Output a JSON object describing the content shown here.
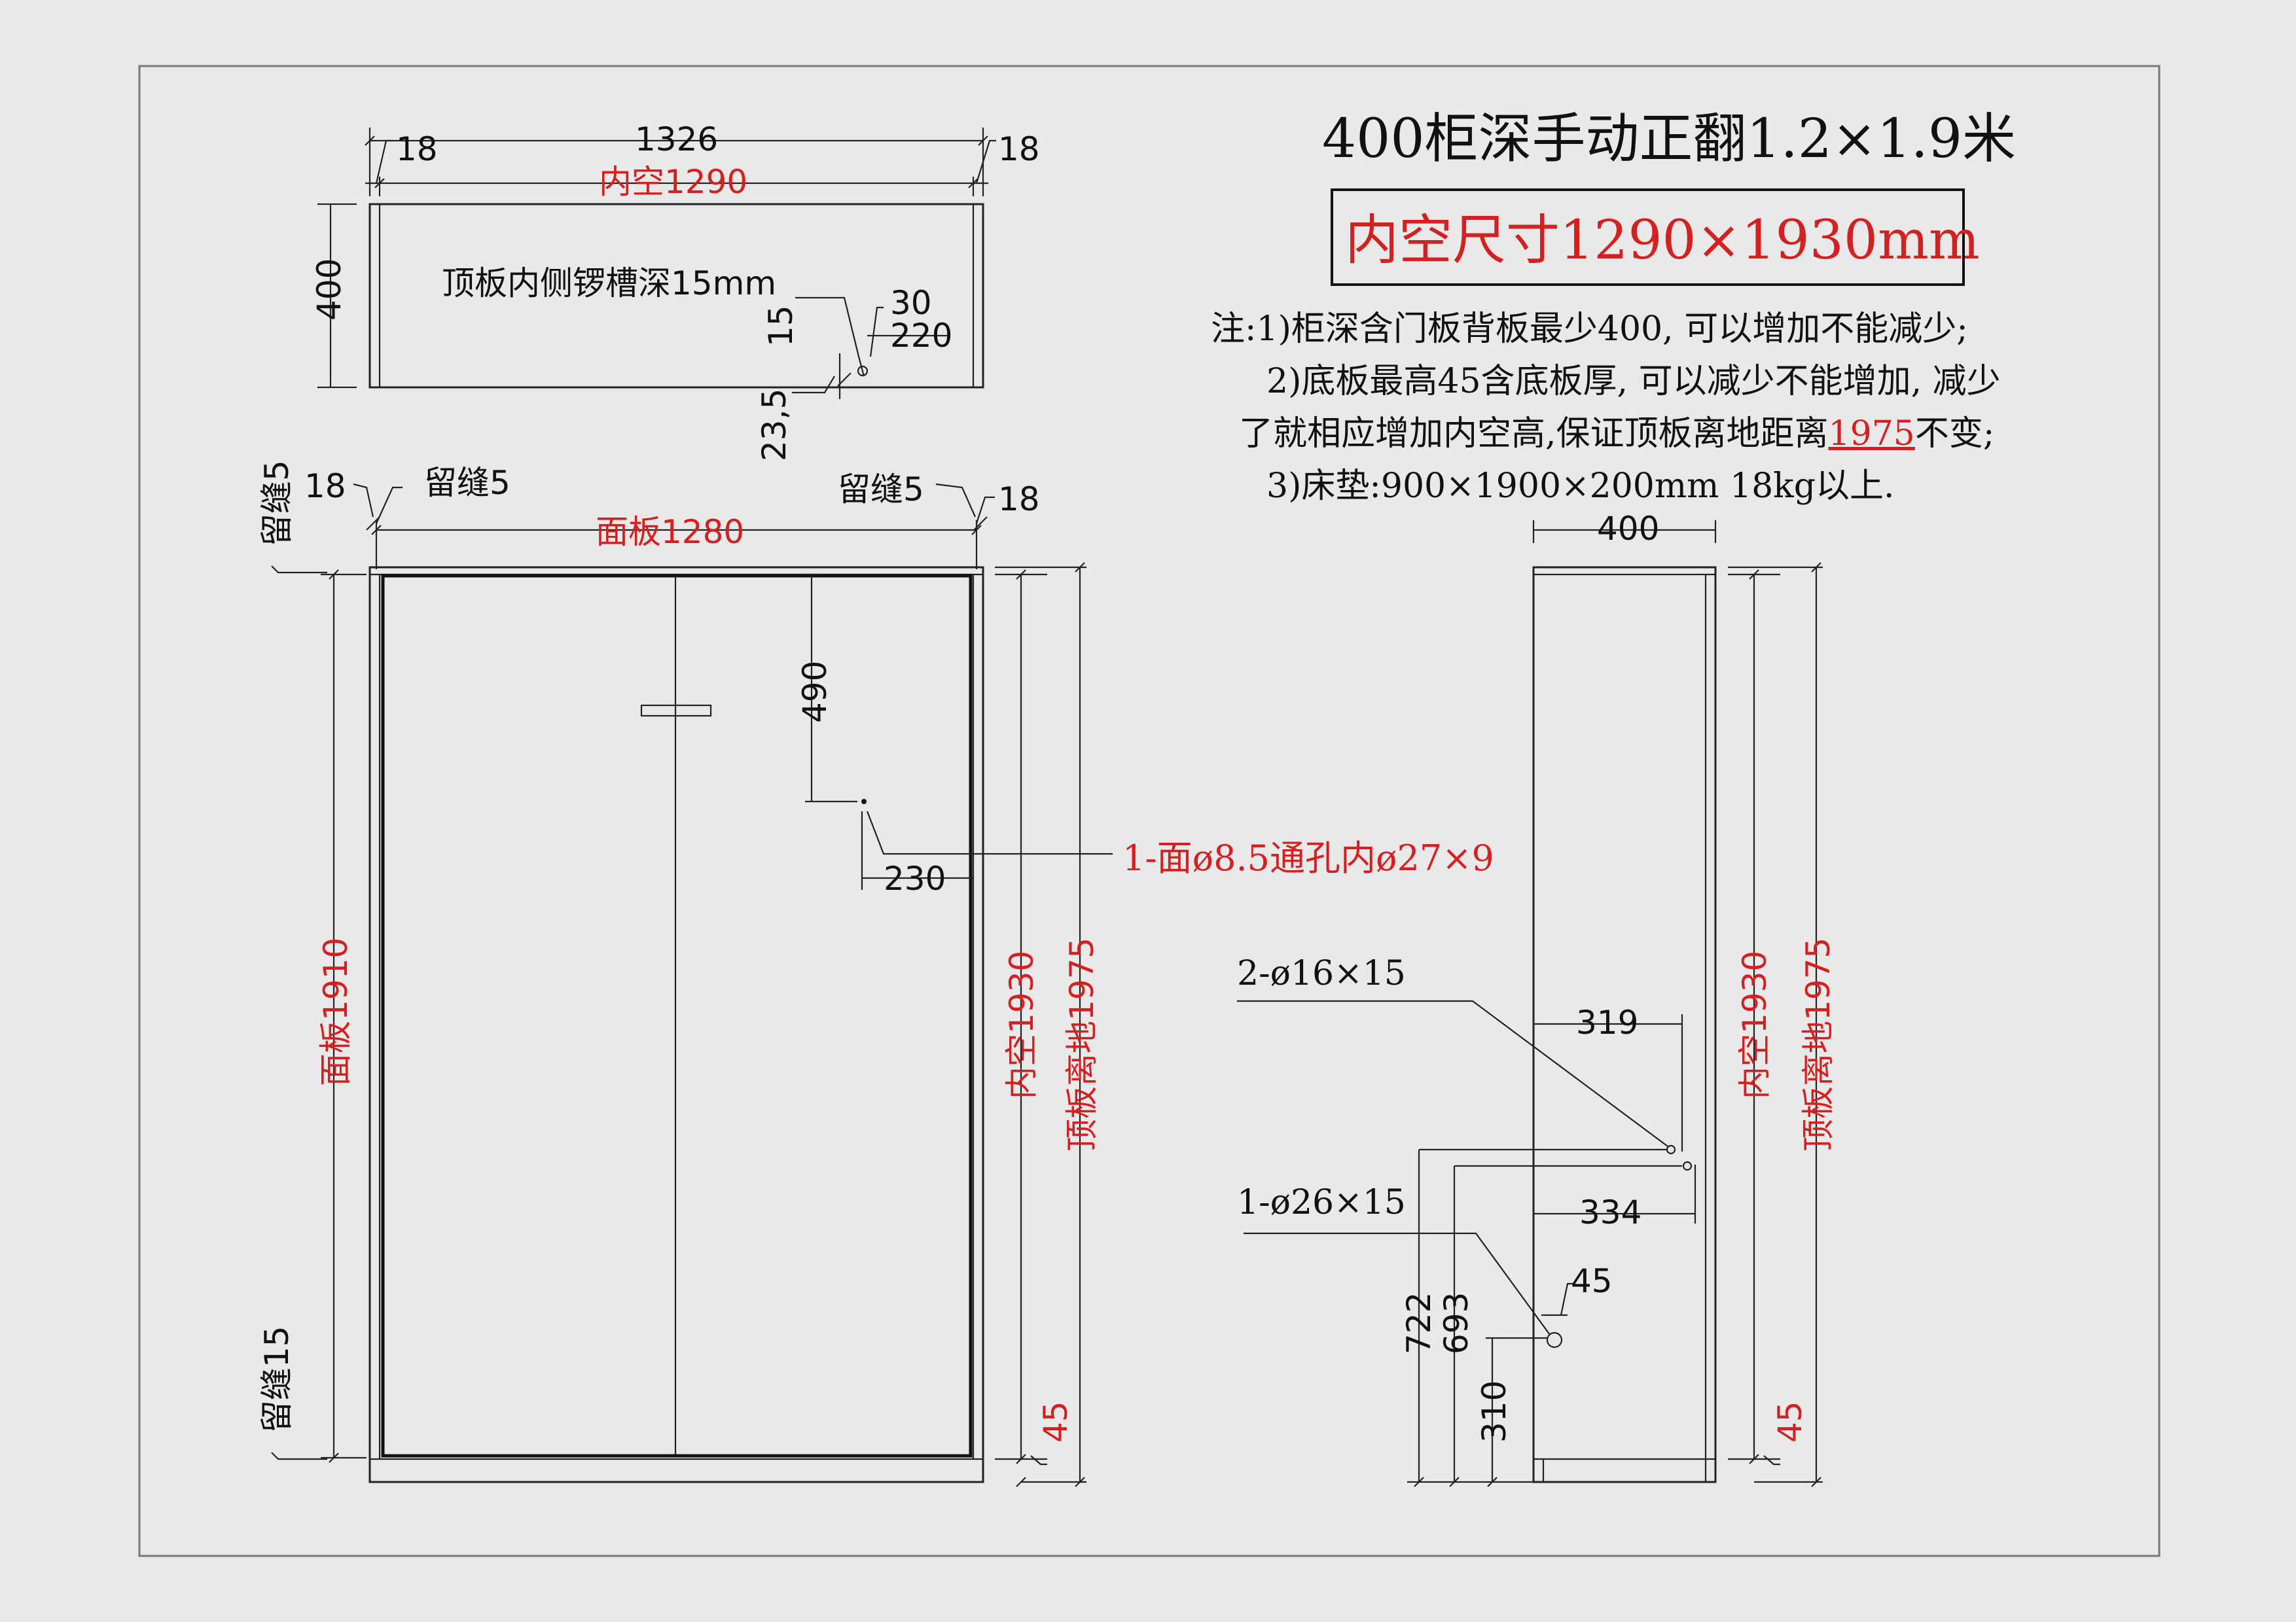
{
  "title": "400柜深手动正翻1.2×1.9米",
  "subtitle": "内空尺寸1290×1930mm",
  "notes": {
    "line1": "注:1)柜深含门板背板最少400, 可以增加不能减少;",
    "line2": "2)底板最高45含底板厚, 可以减少不能增加, 减少",
    "line3_pre": "了就相应增加内空高,保证顶板离地距离",
    "line3_hl": "1975",
    "line3_post": "不变;",
    "line4": "3)床垫:900×1900×200mm 18kg以上."
  },
  "top_view": {
    "overall": "1326",
    "left_side": "18",
    "right_side": "18",
    "inner": "内空1290",
    "depth": "400",
    "groove_note": "顶板内侧锣槽深15mm",
    "d15": "15",
    "d30": "30",
    "d220": "220",
    "d235": "23,5"
  },
  "front_view": {
    "left18": "18",
    "right18": "18",
    "gap_left": "留缝5",
    "gap_right": "留缝5",
    "gap_top": "留缝5",
    "gap_bottom": "留缝15",
    "panel_width": "面板1280",
    "panel_height": "面板1910",
    "d490": "490",
    "d230": "230",
    "hole_note": "1-面ø8.5通孔内ø27×9",
    "inner_h": "内空1930",
    "top_h": "顶板离地1975",
    "d45": "45"
  },
  "side_view": {
    "depth": "400",
    "hole2": "2-ø16×15",
    "hole1": "1-ø26×15",
    "d319": "319",
    "d334": "334",
    "d45": "45",
    "d722": "722",
    "d693": "693",
    "d310": "310",
    "inner_h": "内空1930",
    "top_h": "顶板离地1975",
    "d45b": "45"
  }
}
